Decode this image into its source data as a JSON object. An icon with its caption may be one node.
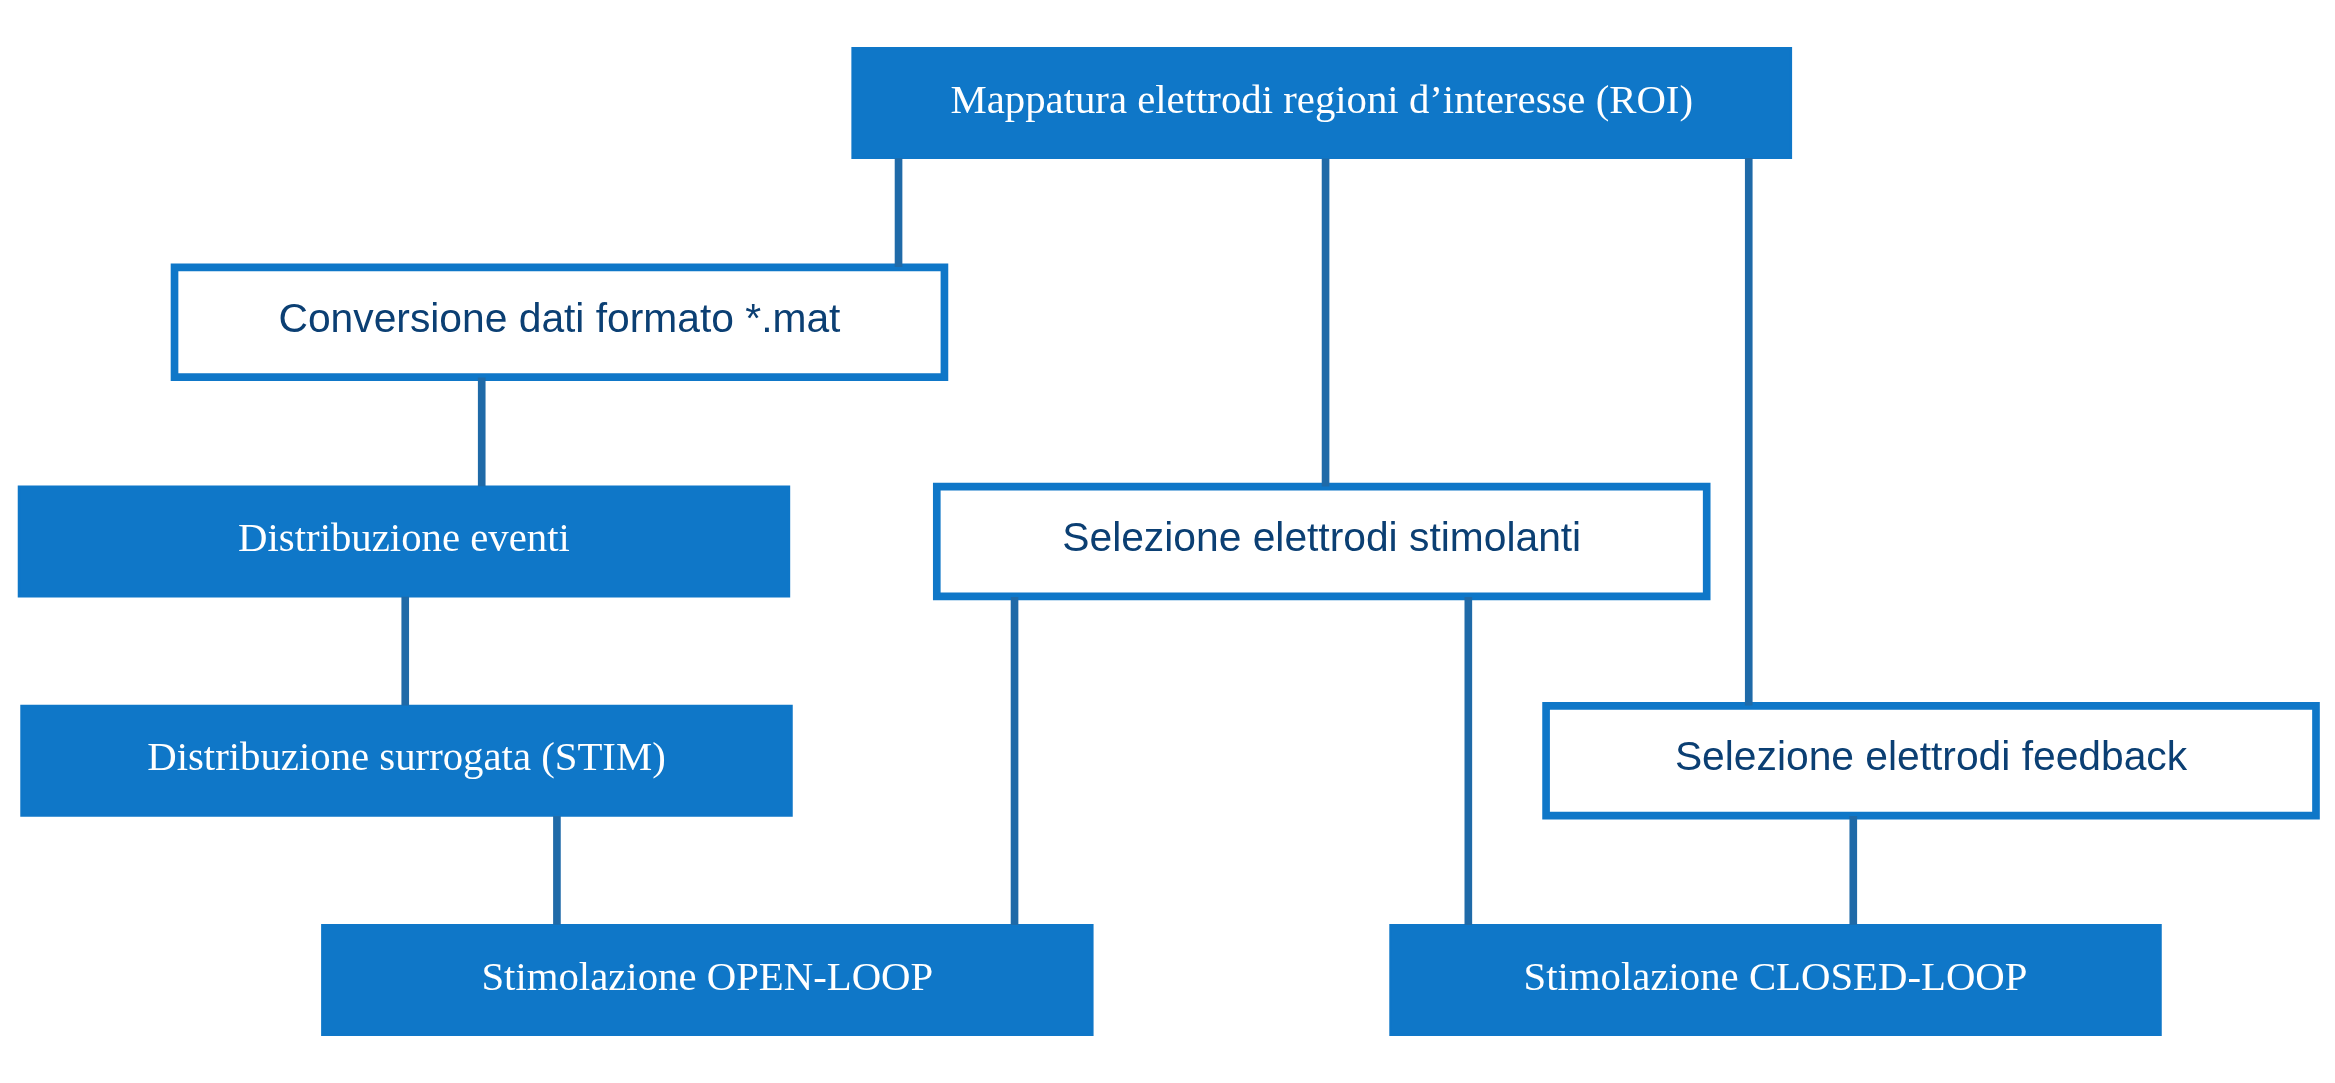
{
  "diagram": {
    "nodes": [
      {
        "text": [
          "Mappatura elettrodi regioni d’interesse (ROI)"
        ]
      },
      {
        "text": [
          "Conversione dati formato *.mat"
        ]
      },
      {
        "text": [
          "Distribuzione eventi"
        ]
      },
      {
        "text": [
          "Distribuzione surrogata (STIM)"
        ]
      },
      {
        "text": [
          "Selezione elettrodi stimolanti"
        ]
      },
      {
        "text": [
          "Selezione elettrodi feedback"
        ]
      },
      {
        "text": [
          "Stimolazione OPEN-LOOP"
        ]
      },
      {
        "text": [
          "Stimolazione CLOSED-LOOP"
        ]
      }
    ],
    "edges": [
      {
        "from": 0,
        "to": 1,
        "arrow": "none"
      },
      {
        "from": 0,
        "to": 4,
        "arrow": "none"
      },
      {
        "from": 0,
        "to": 5,
        "arrow": "none"
      },
      {
        "from": 1,
        "to": 2,
        "arrow": "none"
      },
      {
        "from": 2,
        "to": 3,
        "arrow": "none"
      },
      {
        "from": 3,
        "to": 6,
        "arrow": "none"
      },
      {
        "from": 4,
        "to": 6,
        "arrow": "none"
      },
      {
        "from": 4,
        "to": 7,
        "arrow": "none"
      },
      {
        "from": 5,
        "to": 7,
        "arrow": "none"
      }
    ]
  }
}
